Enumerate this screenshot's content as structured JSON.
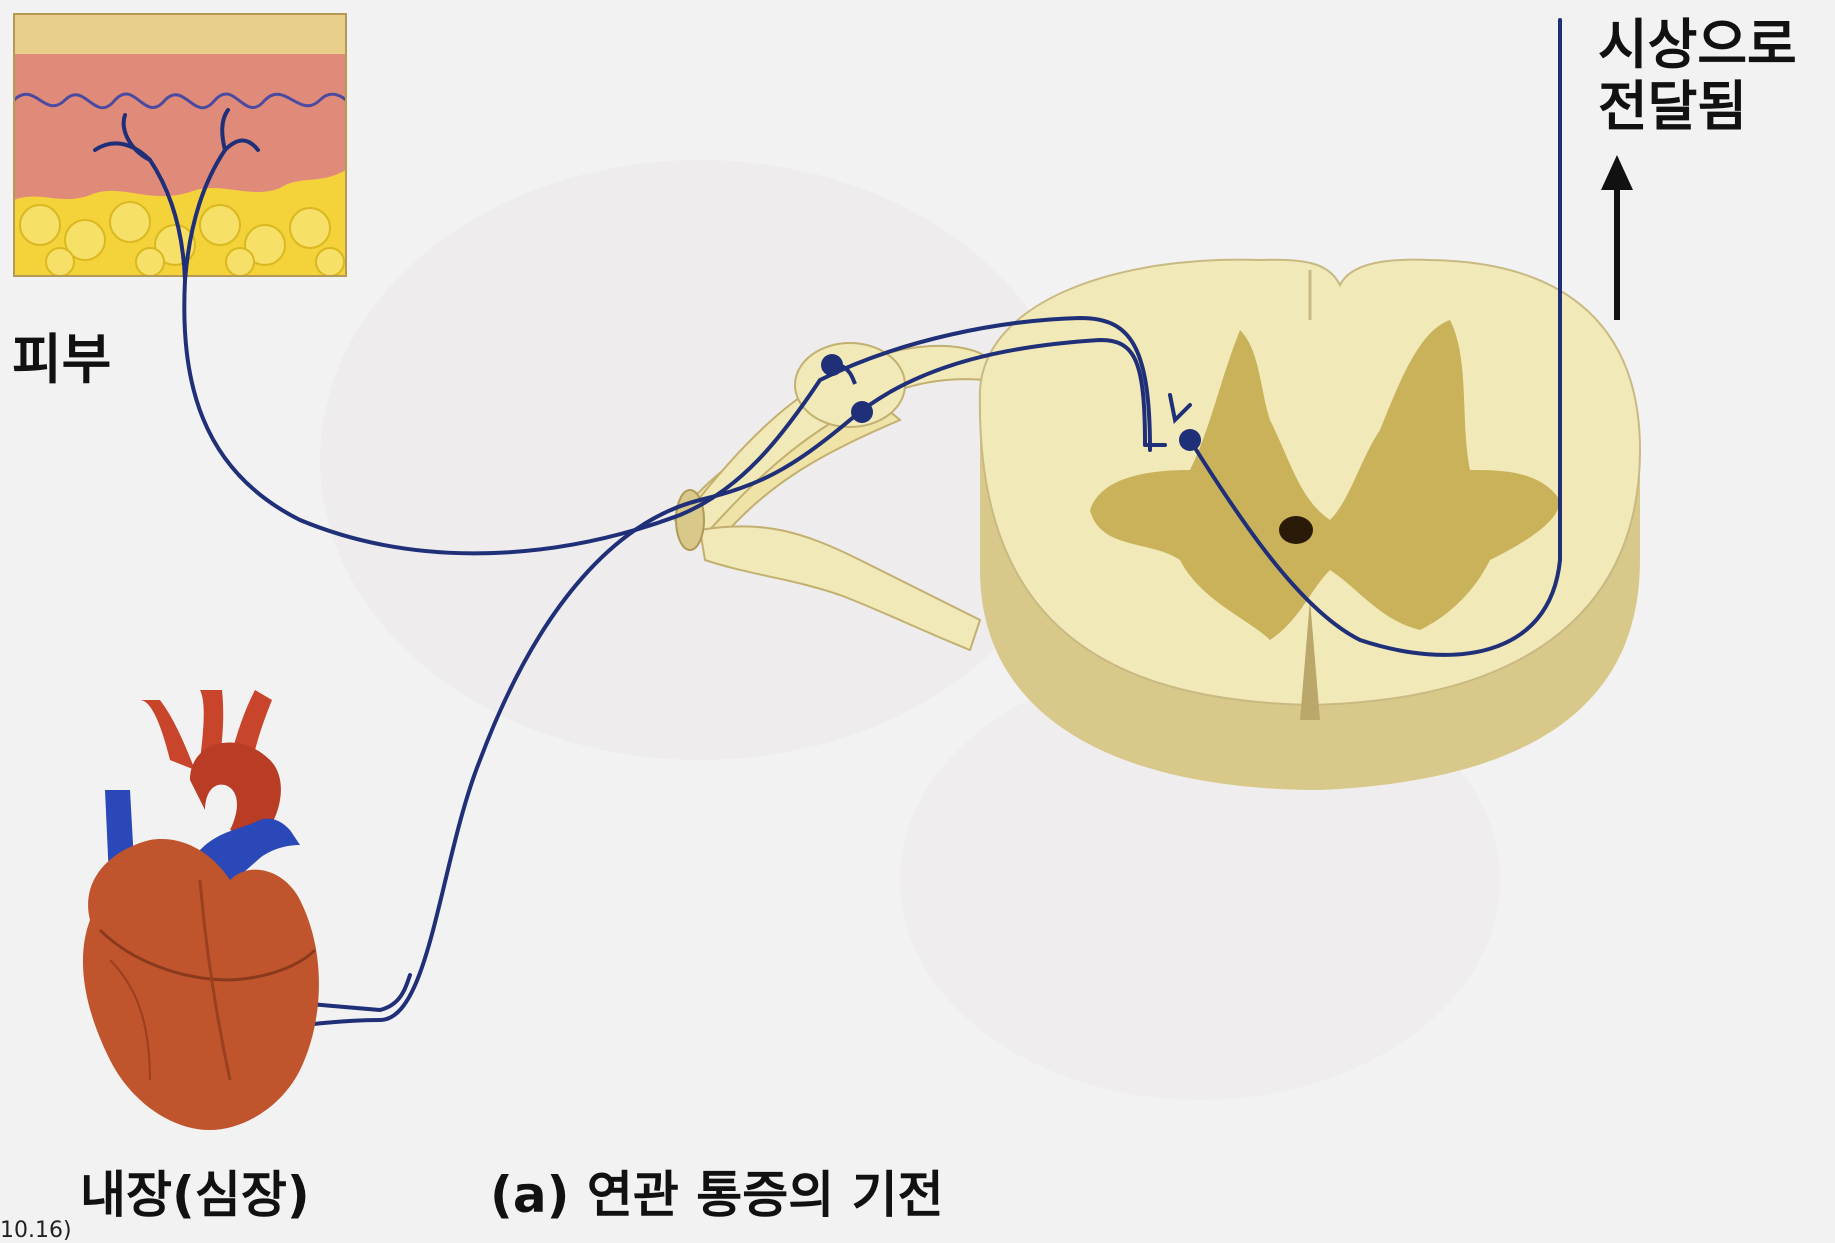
{
  "labels": {
    "skin": "피부",
    "to_thalamus_line1": "시상으로",
    "to_thalamus_line2": "전달됨",
    "viscera": "내장(심장)",
    "caption": "(a) 연관 통증의 기전",
    "figure_ref": "10.16)"
  },
  "colors": {
    "neuron": "#1f2f78",
    "cord_white_matter": "#f2e9b8",
    "cord_gray_matter": "#c9b25a",
    "cord_shadow": "#d8c98a",
    "skin_dermis": "#e08a7a",
    "skin_fat": "#f3d23a",
    "heart_red": "#c8442a",
    "vessel_blue": "#2a48b8",
    "arrow": "#111111"
  }
}
